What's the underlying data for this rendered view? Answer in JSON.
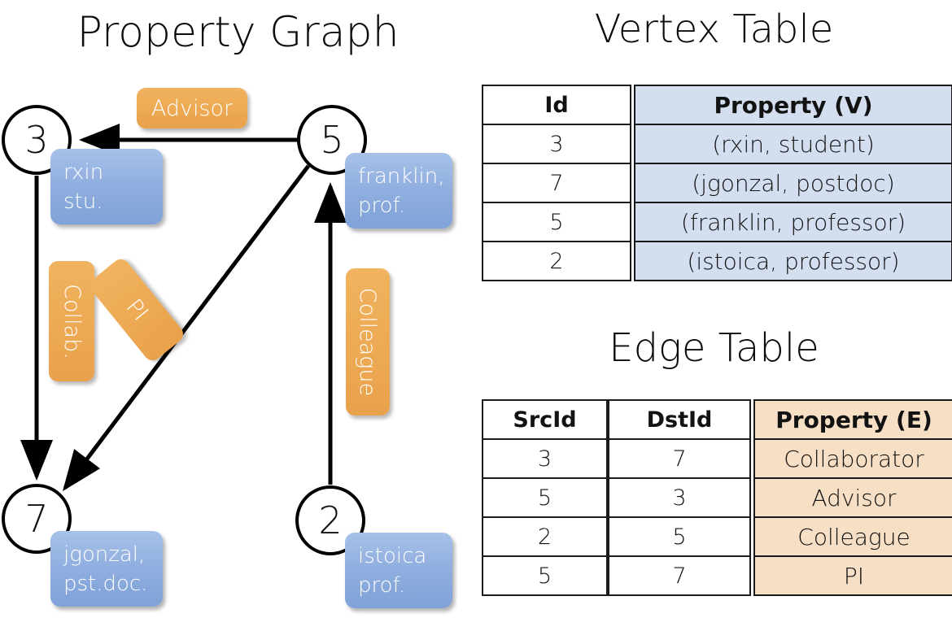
{
  "headings": {
    "property_graph": "Property Graph",
    "vertex_table": "Vertex Table",
    "edge_table": "Edge Table"
  },
  "colors": {
    "vertex_property_fill": "#d3deef",
    "edge_property_fill": "#f6dfc5",
    "node_property_box": "#90aedf",
    "edge_label_chip": "#eeab55",
    "stroke": "#000000"
  },
  "graph": {
    "nodes": [
      {
        "id": "3",
        "property_lines": [
          "rxin",
          "stu."
        ]
      },
      {
        "id": "5",
        "property_lines": [
          "franklin,",
          "prof."
        ]
      },
      {
        "id": "7",
        "property_lines": [
          "jgonzal,",
          "pst.doc."
        ]
      },
      {
        "id": "2",
        "property_lines": [
          "istoica",
          "prof."
        ]
      }
    ],
    "edge_labels": [
      {
        "name": "advisor",
        "text": "Advisor",
        "from": "5",
        "to": "3"
      },
      {
        "name": "collab",
        "text": "Collab.",
        "from": "3",
        "to": "7"
      },
      {
        "name": "pi",
        "text": "PI",
        "from": "5",
        "to": "7"
      },
      {
        "name": "colleague",
        "text": "Colleague",
        "from": "2",
        "to": "5"
      }
    ]
  },
  "vertex_table": {
    "columns": [
      "Id",
      "Property (V)"
    ],
    "rows": [
      {
        "id": "3",
        "property": "(rxin, student)"
      },
      {
        "id": "7",
        "property": "(jgonzal, postdoc)"
      },
      {
        "id": "5",
        "property": "(franklin, professor)"
      },
      {
        "id": "2",
        "property": "(istoica, professor)"
      }
    ]
  },
  "edge_table": {
    "columns": [
      "SrcId",
      "DstId",
      "Property (E)"
    ],
    "rows": [
      {
        "src": "3",
        "dst": "7",
        "property": "Collaborator"
      },
      {
        "src": "5",
        "dst": "3",
        "property": "Advisor"
      },
      {
        "src": "2",
        "dst": "5",
        "property": "Colleague"
      },
      {
        "src": "5",
        "dst": "7",
        "property": "PI"
      }
    ]
  }
}
